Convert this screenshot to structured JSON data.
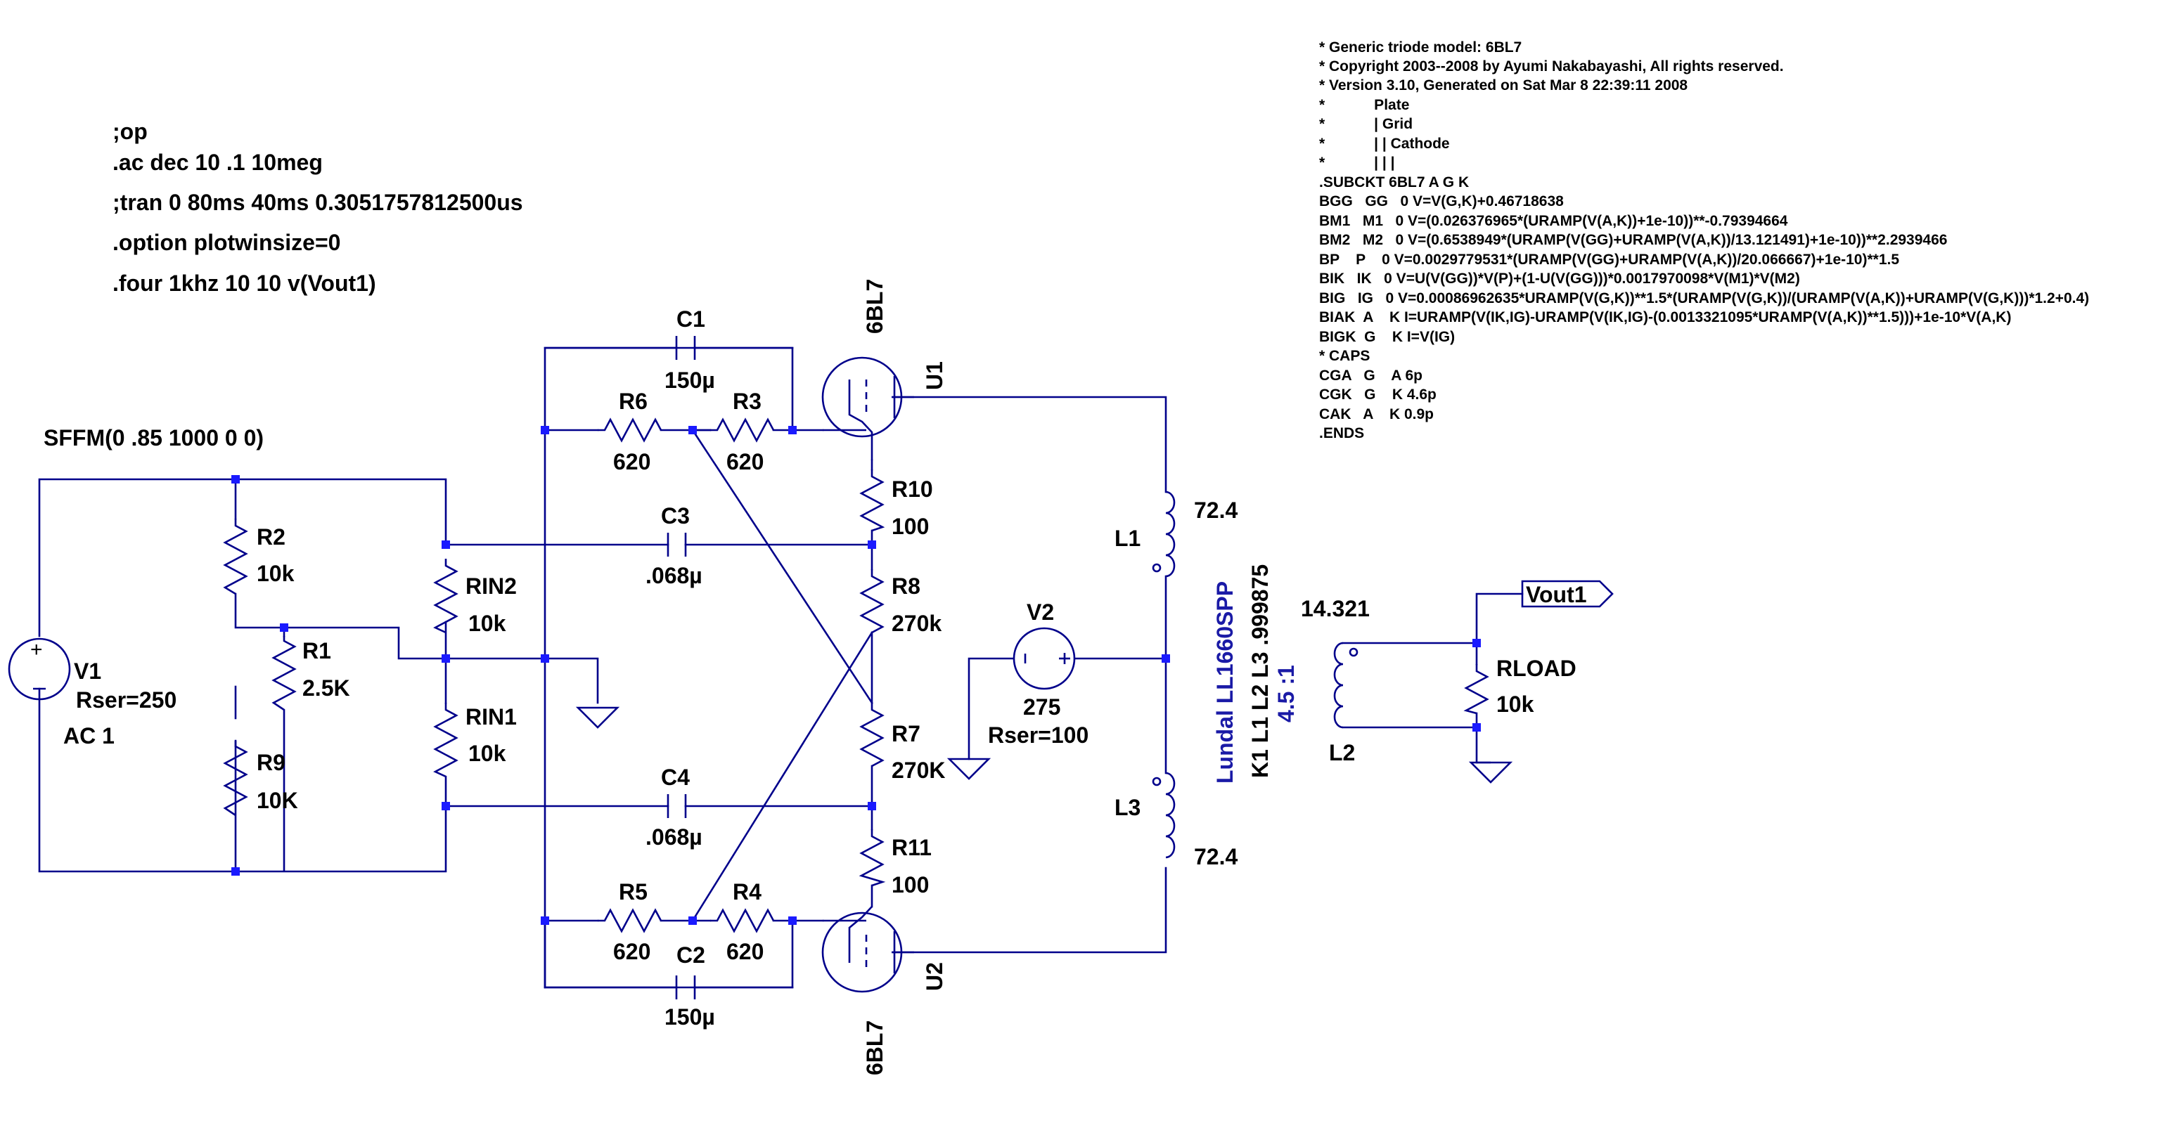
{
  "directives": [
    ";op",
    ".ac dec 10 .1 10meg",
    ";tran 0 80ms 40ms 0.3051757812500us",
    ".option plotwinsize=0",
    ".four 1khz 10 10 v(Vout1)"
  ],
  "model_text": [
    "* Generic triode model: 6BL7",
    "* Copyright 2003--2008 by Ayumi Nakabayashi, All rights reserved.",
    "* Version 3.10, Generated on Sat Mar  8 22:39:11 2008",
    "*            Plate",
    "*            | Grid",
    "*            | | Cathode",
    "*            | | |",
    ".SUBCKT 6BL7 A G K",
    "BGG   GG   0 V=V(G,K)+0.46718638",
    "BM1   M1   0 V=(0.026376965*(URAMP(V(A,K))+1e-10))**-0.79394664",
    "BM2   M2   0 V=(0.6538949*(URAMP(V(GG)+URAMP(V(A,K))/13.121491)+1e-10))**2.2939466",
    "BP    P    0 V=0.0029779531*(URAMP(V(GG)+URAMP(V(A,K))/20.066667)+1e-10)**1.5",
    "BIK   IK   0 V=U(V(GG))*V(P)+(1-U(V(GG)))*0.0017970098*V(M1)*V(M2)",
    "BIG   IG   0 V=0.00086962635*URAMP(V(G,K))**1.5*(URAMP(V(G,K))/(URAMP(V(A,K))+URAMP(V(G,K)))*1.2+0.4)",
    "BIAK  A    K I=URAMP(V(IK,IG)-URAMP(V(IK,IG)-(0.0013321095*URAMP(V(A,K))**1.5)))+1e-10*V(A,K)",
    "BIGK  G    K I=V(IG)",
    "* CAPS",
    "CGA   G    A 6p",
    "CGK   G    K 4.6p",
    "CAK   A    K 0.9p",
    ".ENDS"
  ],
  "source_v1": {
    "function": "SFFM(0 .85 1000 0 0)",
    "name": "V1",
    "rser": "Rser=250",
    "ac": "AC 1"
  },
  "source_v2": {
    "name": "V2",
    "value": "275",
    "rser": "Rser=100"
  },
  "resistors": {
    "R1": {
      "name": "R1",
      "value": "2.5K"
    },
    "R2": {
      "name": "R2",
      "value": "10k"
    },
    "R3": {
      "name": "R3",
      "value": "620"
    },
    "R4": {
      "name": "R4",
      "value": "620"
    },
    "R5": {
      "name": "R5",
      "value": "620"
    },
    "R6": {
      "name": "R6",
      "value": "620"
    },
    "R7": {
      "name": "R7",
      "value": "270K"
    },
    "R8": {
      "name": "R8",
      "value": "270k"
    },
    "R9": {
      "name": "R9",
      "value": "10K"
    },
    "R10": {
      "name": "R10",
      "value": "100"
    },
    "R11": {
      "name": "R11",
      "value": "100"
    },
    "RIN1": {
      "name": "RIN1",
      "value": "10k"
    },
    "RIN2": {
      "name": "RIN2",
      "value": "10k"
    },
    "RLOAD": {
      "name": "RLOAD",
      "value": "10k"
    }
  },
  "capacitors": {
    "C1": {
      "name": "C1",
      "value": "150µ"
    },
    "C2": {
      "name": "C2",
      "value": "150µ"
    },
    "C3": {
      "name": "C3",
      "value": ".068µ"
    },
    "C4": {
      "name": "C4",
      "value": ".068µ"
    }
  },
  "tubes": {
    "U1": {
      "name": "U1",
      "model": "6BL7"
    },
    "U2": {
      "name": "U2",
      "model": "6BL7"
    }
  },
  "inductors": {
    "L1": {
      "name": "L1",
      "value": "72.4"
    },
    "L2": {
      "name": "L2",
      "value": "14.321"
    },
    "L3": {
      "name": "L3",
      "value": "72.4"
    }
  },
  "transformer": {
    "model": "Lundal LL1660SPP",
    "coupling": "K1 L1 L2 L3 .999875",
    "ratio": "4.5 :1"
  },
  "output_label": "Vout1",
  "colors": {
    "wire": "#00008b",
    "node": "#1a1aff",
    "text": "#000000",
    "transformer_text": "#1a1aa6"
  }
}
